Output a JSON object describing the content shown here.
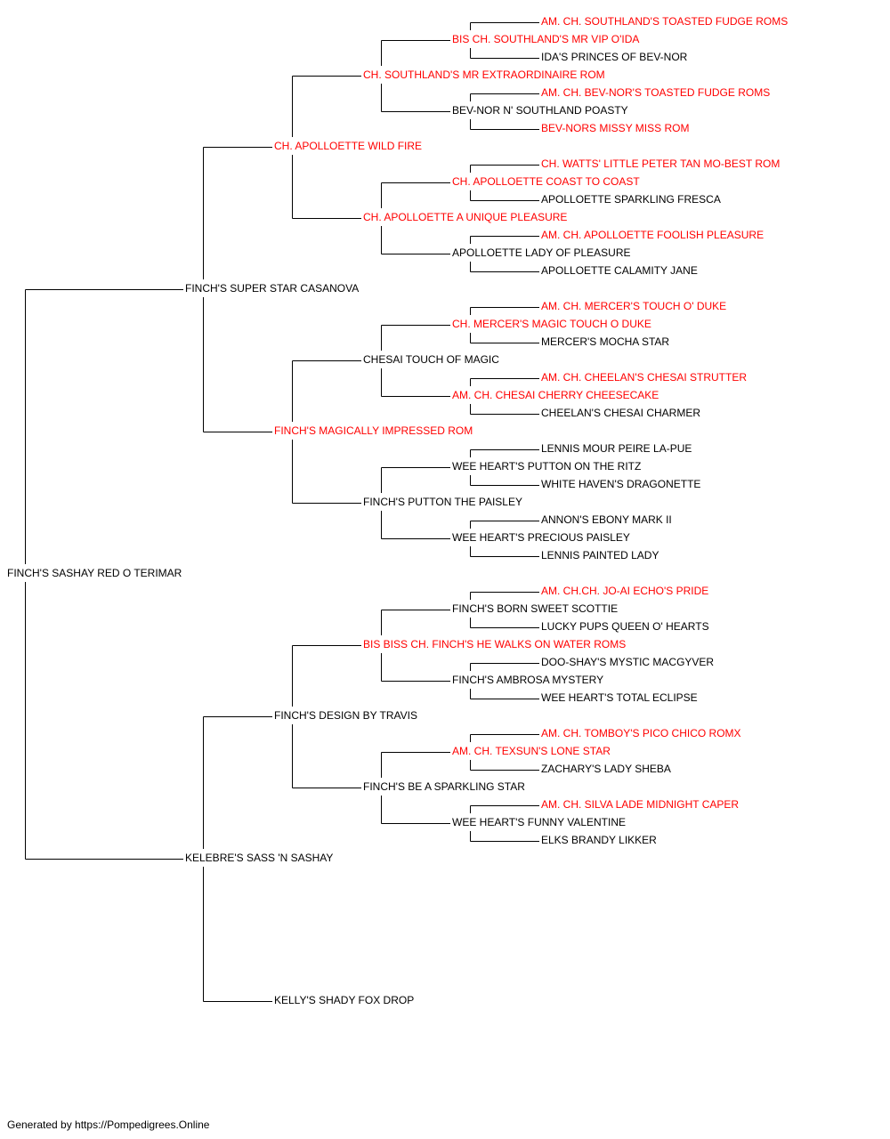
{
  "colors": {
    "champion": "#ff0000",
    "normal": "#000000",
    "line": "#000000"
  },
  "subject": "FINCH'S SASHAY RED O TERIMAR",
  "nodes": [
    {
      "id": "s",
      "name": "FINCH'S SASHAY RED O TERIMAR",
      "red": false,
      "gen": 0
    },
    {
      "id": "s1",
      "name": "FINCH'S SUPER STAR CASANOVA",
      "red": false,
      "gen": 1,
      "parent": "s"
    },
    {
      "id": "s2",
      "name": "KELEBRE'S SASS 'N SASHAY",
      "red": false,
      "gen": 1,
      "parent": "s"
    },
    {
      "id": "s11",
      "name": "CH. APOLLOETTE WILD FIRE",
      "red": true,
      "gen": 2,
      "parent": "s1"
    },
    {
      "id": "s12",
      "name": "FINCH'S MAGICALLY IMPRESSED ROM",
      "red": true,
      "gen": 2,
      "parent": "s1"
    },
    {
      "id": "s21",
      "name": "FINCH'S DESIGN BY TRAVIS",
      "red": false,
      "gen": 2,
      "parent": "s2"
    },
    {
      "id": "s22",
      "name": "KELLY'S SHADY FOX DROP",
      "red": false,
      "gen": 2,
      "parent": "s2"
    },
    {
      "id": "s111",
      "name": "CH. SOUTHLAND'S MR EXTRAORDINAIRE ROM",
      "red": true,
      "gen": 3,
      "parent": "s11"
    },
    {
      "id": "s112",
      "name": "CH. APOLLOETTE A UNIQUE PLEASURE",
      "red": true,
      "gen": 3,
      "parent": "s11"
    },
    {
      "id": "s121",
      "name": "CHESAI TOUCH OF MAGIC",
      "red": false,
      "gen": 3,
      "parent": "s12"
    },
    {
      "id": "s122",
      "name": "FINCH'S PUTTON THE PAISLEY",
      "red": false,
      "gen": 3,
      "parent": "s12"
    },
    {
      "id": "s211",
      "name": "BIS BISS CH. FINCH'S HE WALKS ON WATER ROMS",
      "red": true,
      "gen": 3,
      "parent": "s21"
    },
    {
      "id": "s212",
      "name": "FINCH'S BE A SPARKLING STAR",
      "red": false,
      "gen": 3,
      "parent": "s21"
    },
    {
      "id": "s1111",
      "name": "BIS CH. SOUTHLAND'S MR VIP O'IDA",
      "red": true,
      "gen": 4,
      "parent": "s111"
    },
    {
      "id": "s1112",
      "name": "BEV-NOR N' SOUTHLAND POASTY",
      "red": false,
      "gen": 4,
      "parent": "s111"
    },
    {
      "id": "s1121",
      "name": "CH. APOLLOETTE COAST TO COAST",
      "red": true,
      "gen": 4,
      "parent": "s112"
    },
    {
      "id": "s1122",
      "name": "APOLLOETTE LADY OF PLEASURE",
      "red": false,
      "gen": 4,
      "parent": "s112"
    },
    {
      "id": "s1211",
      "name": "CH. MERCER'S MAGIC TOUCH O DUKE",
      "red": true,
      "gen": 4,
      "parent": "s121"
    },
    {
      "id": "s1212",
      "name": "AM. CH. CHESAI CHERRY CHEESECAKE",
      "red": true,
      "gen": 4,
      "parent": "s121"
    },
    {
      "id": "s1221",
      "name": "WEE HEART'S PUTTON ON THE RITZ",
      "red": false,
      "gen": 4,
      "parent": "s122"
    },
    {
      "id": "s1222",
      "name": "WEE HEART'S PRECIOUS PAISLEY",
      "red": false,
      "gen": 4,
      "parent": "s122"
    },
    {
      "id": "s2111",
      "name": "FINCH'S BORN SWEET SCOTTIE",
      "red": false,
      "gen": 4,
      "parent": "s211"
    },
    {
      "id": "s2112",
      "name": "FINCH'S AMBROSA MYSTERY",
      "red": false,
      "gen": 4,
      "parent": "s211"
    },
    {
      "id": "s2121",
      "name": "AM. CH. TEXSUN'S LONE STAR",
      "red": true,
      "gen": 4,
      "parent": "s212"
    },
    {
      "id": "s2122",
      "name": "WEE HEART'S FUNNY VALENTINE",
      "red": false,
      "gen": 4,
      "parent": "s212"
    },
    {
      "id": "g01",
      "name": "AM. CH. SOUTHLAND'S TOASTED FUDGE ROMS",
      "red": true,
      "gen": 5,
      "parent": "s1111"
    },
    {
      "id": "g02",
      "name": "IDA'S PRINCES OF BEV-NOR",
      "red": false,
      "gen": 5,
      "parent": "s1111"
    },
    {
      "id": "g03",
      "name": "AM. CH. BEV-NOR'S TOASTED FUDGE ROMS",
      "red": true,
      "gen": 5,
      "parent": "s1112"
    },
    {
      "id": "g04",
      "name": "BEV-NORS MISSY MISS ROM",
      "red": true,
      "gen": 5,
      "parent": "s1112"
    },
    {
      "id": "g05",
      "name": "CH. WATTS' LITTLE PETER TAN MO-BEST ROM",
      "red": true,
      "gen": 5,
      "parent": "s1121"
    },
    {
      "id": "g06",
      "name": "APOLLOETTE SPARKLING FRESCA",
      "red": false,
      "gen": 5,
      "parent": "s1121"
    },
    {
      "id": "g07",
      "name": "AM. CH. APOLLOETTE FOOLISH PLEASURE",
      "red": true,
      "gen": 5,
      "parent": "s1122"
    },
    {
      "id": "g08",
      "name": "APOLLOETTE CALAMITY JANE",
      "red": false,
      "gen": 5,
      "parent": "s1122"
    },
    {
      "id": "g09",
      "name": "AM. CH. MERCER'S TOUCH O' DUKE",
      "red": true,
      "gen": 5,
      "parent": "s1211"
    },
    {
      "id": "g10",
      "name": "MERCER'S MOCHA STAR",
      "red": false,
      "gen": 5,
      "parent": "s1211"
    },
    {
      "id": "g11",
      "name": "AM. CH. CHEELAN'S CHESAI STRUTTER",
      "red": true,
      "gen": 5,
      "parent": "s1212"
    },
    {
      "id": "g12",
      "name": "CHEELAN'S CHESAI CHARMER",
      "red": false,
      "gen": 5,
      "parent": "s1212"
    },
    {
      "id": "g13",
      "name": "LENNIS MOUR PEIRE LA-PUE",
      "red": false,
      "gen": 5,
      "parent": "s1221"
    },
    {
      "id": "g14",
      "name": "WHITE HAVEN'S DRAGONETTE",
      "red": false,
      "gen": 5,
      "parent": "s1221"
    },
    {
      "id": "g15",
      "name": "ANNON'S EBONY MARK II",
      "red": false,
      "gen": 5,
      "parent": "s1222"
    },
    {
      "id": "g16",
      "name": "LENNIS PAINTED LADY",
      "red": false,
      "gen": 5,
      "parent": "s1222"
    },
    {
      "id": "g17",
      "name": "AM. CH.CH. JO-AI ECHO'S PRIDE",
      "red": true,
      "gen": 5,
      "parent": "s2111"
    },
    {
      "id": "g18",
      "name": "LUCKY PUPS QUEEN O' HEARTS",
      "red": false,
      "gen": 5,
      "parent": "s2111"
    },
    {
      "id": "g19",
      "name": "DOO-SHAY'S MYSTIC MACGYVER",
      "red": false,
      "gen": 5,
      "parent": "s2112"
    },
    {
      "id": "g20",
      "name": "WEE HEART'S TOTAL ECLIPSE",
      "red": false,
      "gen": 5,
      "parent": "s2112"
    },
    {
      "id": "g21",
      "name": "AM. CH. TOMBOY'S PICO CHICO ROMX",
      "red": true,
      "gen": 5,
      "parent": "s2121"
    },
    {
      "id": "g22",
      "name": "ZACHARY'S LADY SHEBA",
      "red": false,
      "gen": 5,
      "parent": "s2121"
    },
    {
      "id": "g23",
      "name": "AM. CH. SILVA LADE MIDNIGHT CAPER",
      "red": true,
      "gen": 5,
      "parent": "s2122"
    },
    {
      "id": "g24",
      "name": "ELKS BRANDY LIKKER",
      "red": false,
      "gen": 5,
      "parent": "s2122"
    }
  ],
  "footer": "Generated by https://Pompedigrees.Online"
}
